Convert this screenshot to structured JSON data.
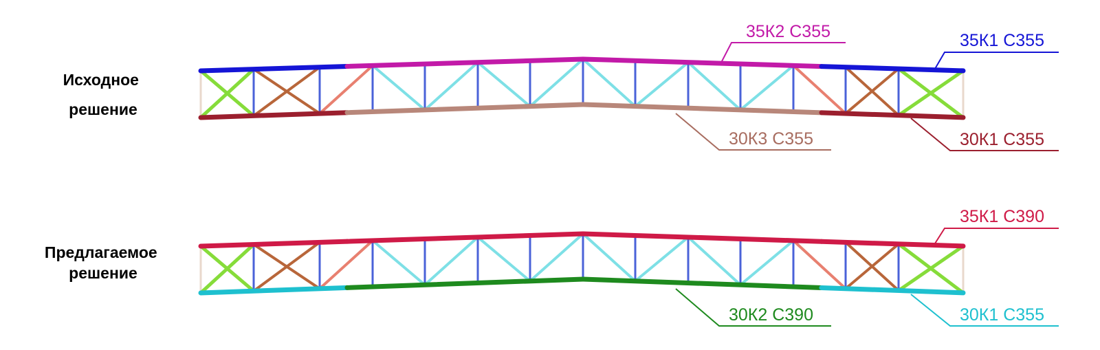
{
  "trusses": [
    {
      "id": "original",
      "caption": [
        "Исходное",
        "решение"
      ],
      "chord_top": {
        "outer": "#1515d6",
        "mid": "#c21aa8"
      },
      "chord_bottom": {
        "outer": "#9b1f2e",
        "mid": "#b8877a"
      },
      "labels": [
        {
          "text": "35К2 С355",
          "color": "#c21aa8"
        },
        {
          "text": "35К1 С355",
          "color": "#1515d6"
        },
        {
          "text": "30К3 С355",
          "color": "#a86d60"
        },
        {
          "text": "30К1 С355",
          "color": "#9b1f2e"
        }
      ]
    },
    {
      "id": "proposed",
      "caption": [
        "Предлагаемое",
        "решение"
      ],
      "chord_top": {
        "outer": "#cf1a47",
        "mid": "#cf1a47"
      },
      "chord_bottom": {
        "outer": "#1ec0cf",
        "mid": "#1e8a1e"
      },
      "labels": [
        {
          "text": "35К1 С390",
          "color": "#cf1a47"
        },
        {
          "text": "30К2 С390",
          "color": "#1e8a1e"
        },
        {
          "text": "30К1 С355",
          "color": "#1ec0cf"
        }
      ]
    }
  ],
  "member_colors": {
    "cross_end": "#86dc3a",
    "cross_second": "#b8663a",
    "diagonal_transition": "#e88070",
    "diagonal_main": "#7ee0e6",
    "vertical": "#4a62d8",
    "end_post": "#e9d8cc"
  }
}
